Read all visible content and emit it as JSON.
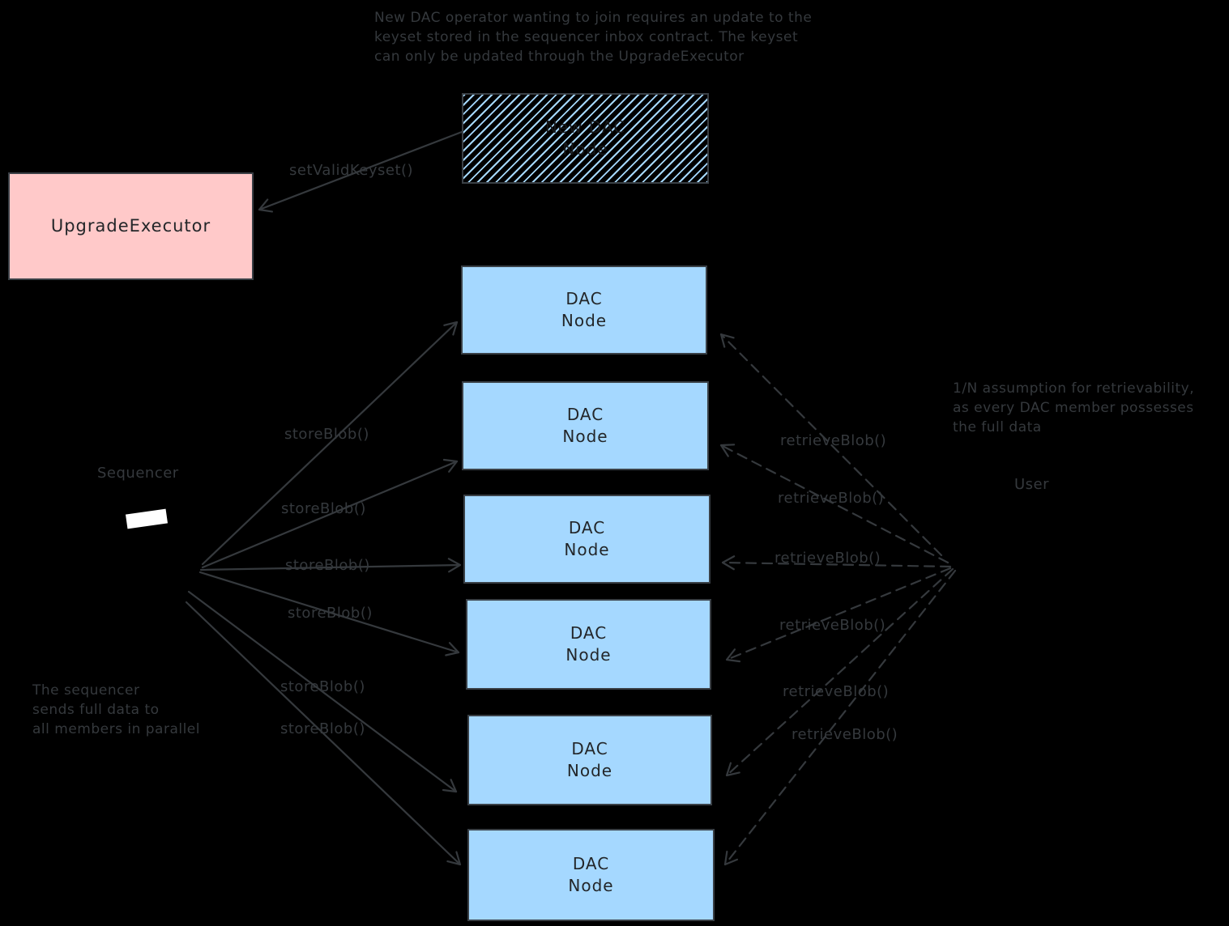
{
  "colors": {
    "background": "#000000",
    "dac_fill": "#a5d8ff",
    "executor_fill": "#ffc9c9",
    "box_stroke": "#3a4046",
    "line": "#35393d",
    "annotation": "#35393d",
    "box_text": "#232629",
    "screen": "#ffffff"
  },
  "notes": {
    "keyset": {
      "line1": "New DAC operator wanting to join requires an update to the",
      "line2": "keyset stored in the sequencer inbox contract. The keyset",
      "line3": "can only be updated through the UpgradeExecutor"
    },
    "sequencer": {
      "line1": "The sequencer",
      "line2": "sends full data to",
      "line3": "all members in parallel"
    },
    "retrievability": {
      "line1": "1/N assumption for retrievability,",
      "line2": "as every DAC member possesses",
      "line3": "the full data"
    }
  },
  "boxes": {
    "upgrade_executor": {
      "label": "UpgradeExecutor"
    },
    "new_dac_node": {
      "line1": "New DAC",
      "line2": "Node"
    },
    "dac_nodes": [
      {
        "line1": "DAC",
        "line2": "Node"
      },
      {
        "line1": "DAC",
        "line2": "Node"
      },
      {
        "line1": "DAC",
        "line2": "Node"
      },
      {
        "line1": "DAC",
        "line2": "Node"
      },
      {
        "line1": "DAC",
        "line2": "Node"
      },
      {
        "line1": "DAC",
        "line2": "Node"
      }
    ]
  },
  "labels": {
    "sequencer": "Sequencer",
    "user": "User",
    "set_valid_keyset": "setValidKeyset()"
  },
  "arrows": {
    "store": [
      {
        "label": "storeBlob()"
      },
      {
        "label": "storeBlob()"
      },
      {
        "label": "storeBlob()"
      },
      {
        "label": "storeBlob()"
      },
      {
        "label": "storeBlob()"
      },
      {
        "label": "storeBlob()"
      }
    ],
    "retrieve": [
      {
        "label": "retrieveBlob()"
      },
      {
        "label": "retrieveBlob()"
      },
      {
        "label": "retrieveBlob()"
      },
      {
        "label": "retrieveBlob()"
      },
      {
        "label": "retrieveBlob()"
      },
      {
        "label": "retrieveBlob()"
      }
    ]
  }
}
